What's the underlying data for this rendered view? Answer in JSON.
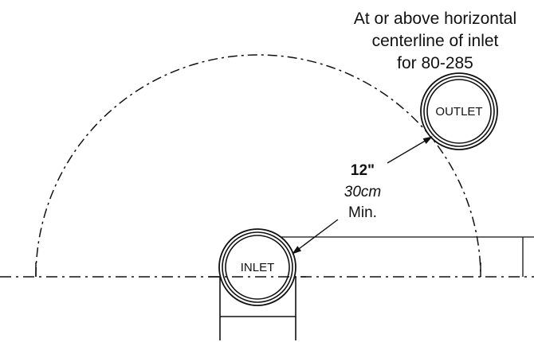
{
  "note": {
    "line1": "At or above horizontal",
    "line2": "centerline of inlet",
    "line3": "for 80-285"
  },
  "inlet": {
    "label": "INLET"
  },
  "outlet": {
    "label": "OUTLET"
  },
  "dimension": {
    "imperial": "12\"",
    "metric": "30cm",
    "qualifier": "Min."
  }
}
